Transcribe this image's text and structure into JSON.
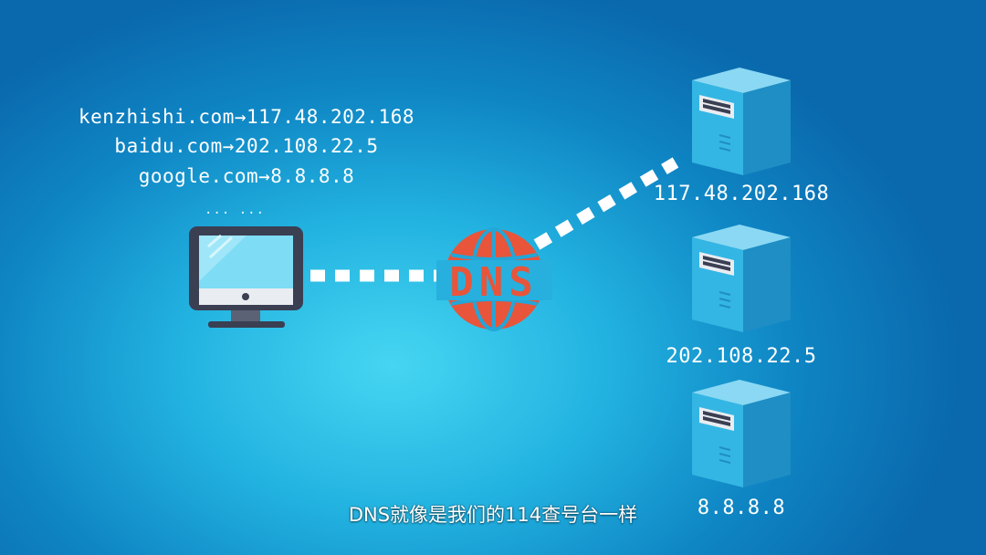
{
  "mappings": [
    "kenzhishi.com→117.48.202.168",
    "baidu.com→202.108.22.5",
    "google.com→8.8.8.8"
  ],
  "ellipsis": "... ...",
  "dns_label": "DNS",
  "servers": [
    {
      "ip": "117.48.202.168"
    },
    {
      "ip": "202.108.22.5"
    },
    {
      "ip": "8.8.8.8"
    }
  ],
  "caption": "DNS就像是我们的114查号台一样",
  "colors": {
    "dns_globe": "#e8553a",
    "server_front": "#34b6e4",
    "server_side": "#1e8ec4",
    "server_top": "#8ad8f3",
    "monitor_screen": "#7fdcf5",
    "monitor_frame": "#3a3f52",
    "connector": "#ffffff"
  },
  "icons": [
    "monitor-icon",
    "dns-globe-icon",
    "server-icon"
  ]
}
